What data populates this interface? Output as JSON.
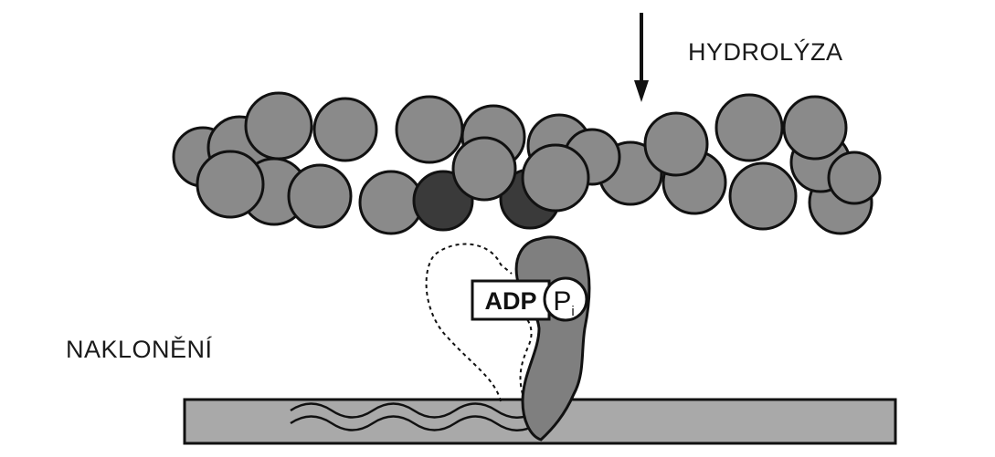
{
  "labels": {
    "hydrolysis": "HYDROLÝZA",
    "tilting": "NAKLONĚNÍ",
    "adp": "ADP",
    "phosphate": "P",
    "phosphate_subscript": "i"
  },
  "colors": {
    "actin": "#8a8a8a",
    "actin_highlight": "#3a3a3a",
    "myosin_head": "#7f7f7f",
    "thick_filament": "#a9a9a9",
    "outline": "#111111"
  }
}
